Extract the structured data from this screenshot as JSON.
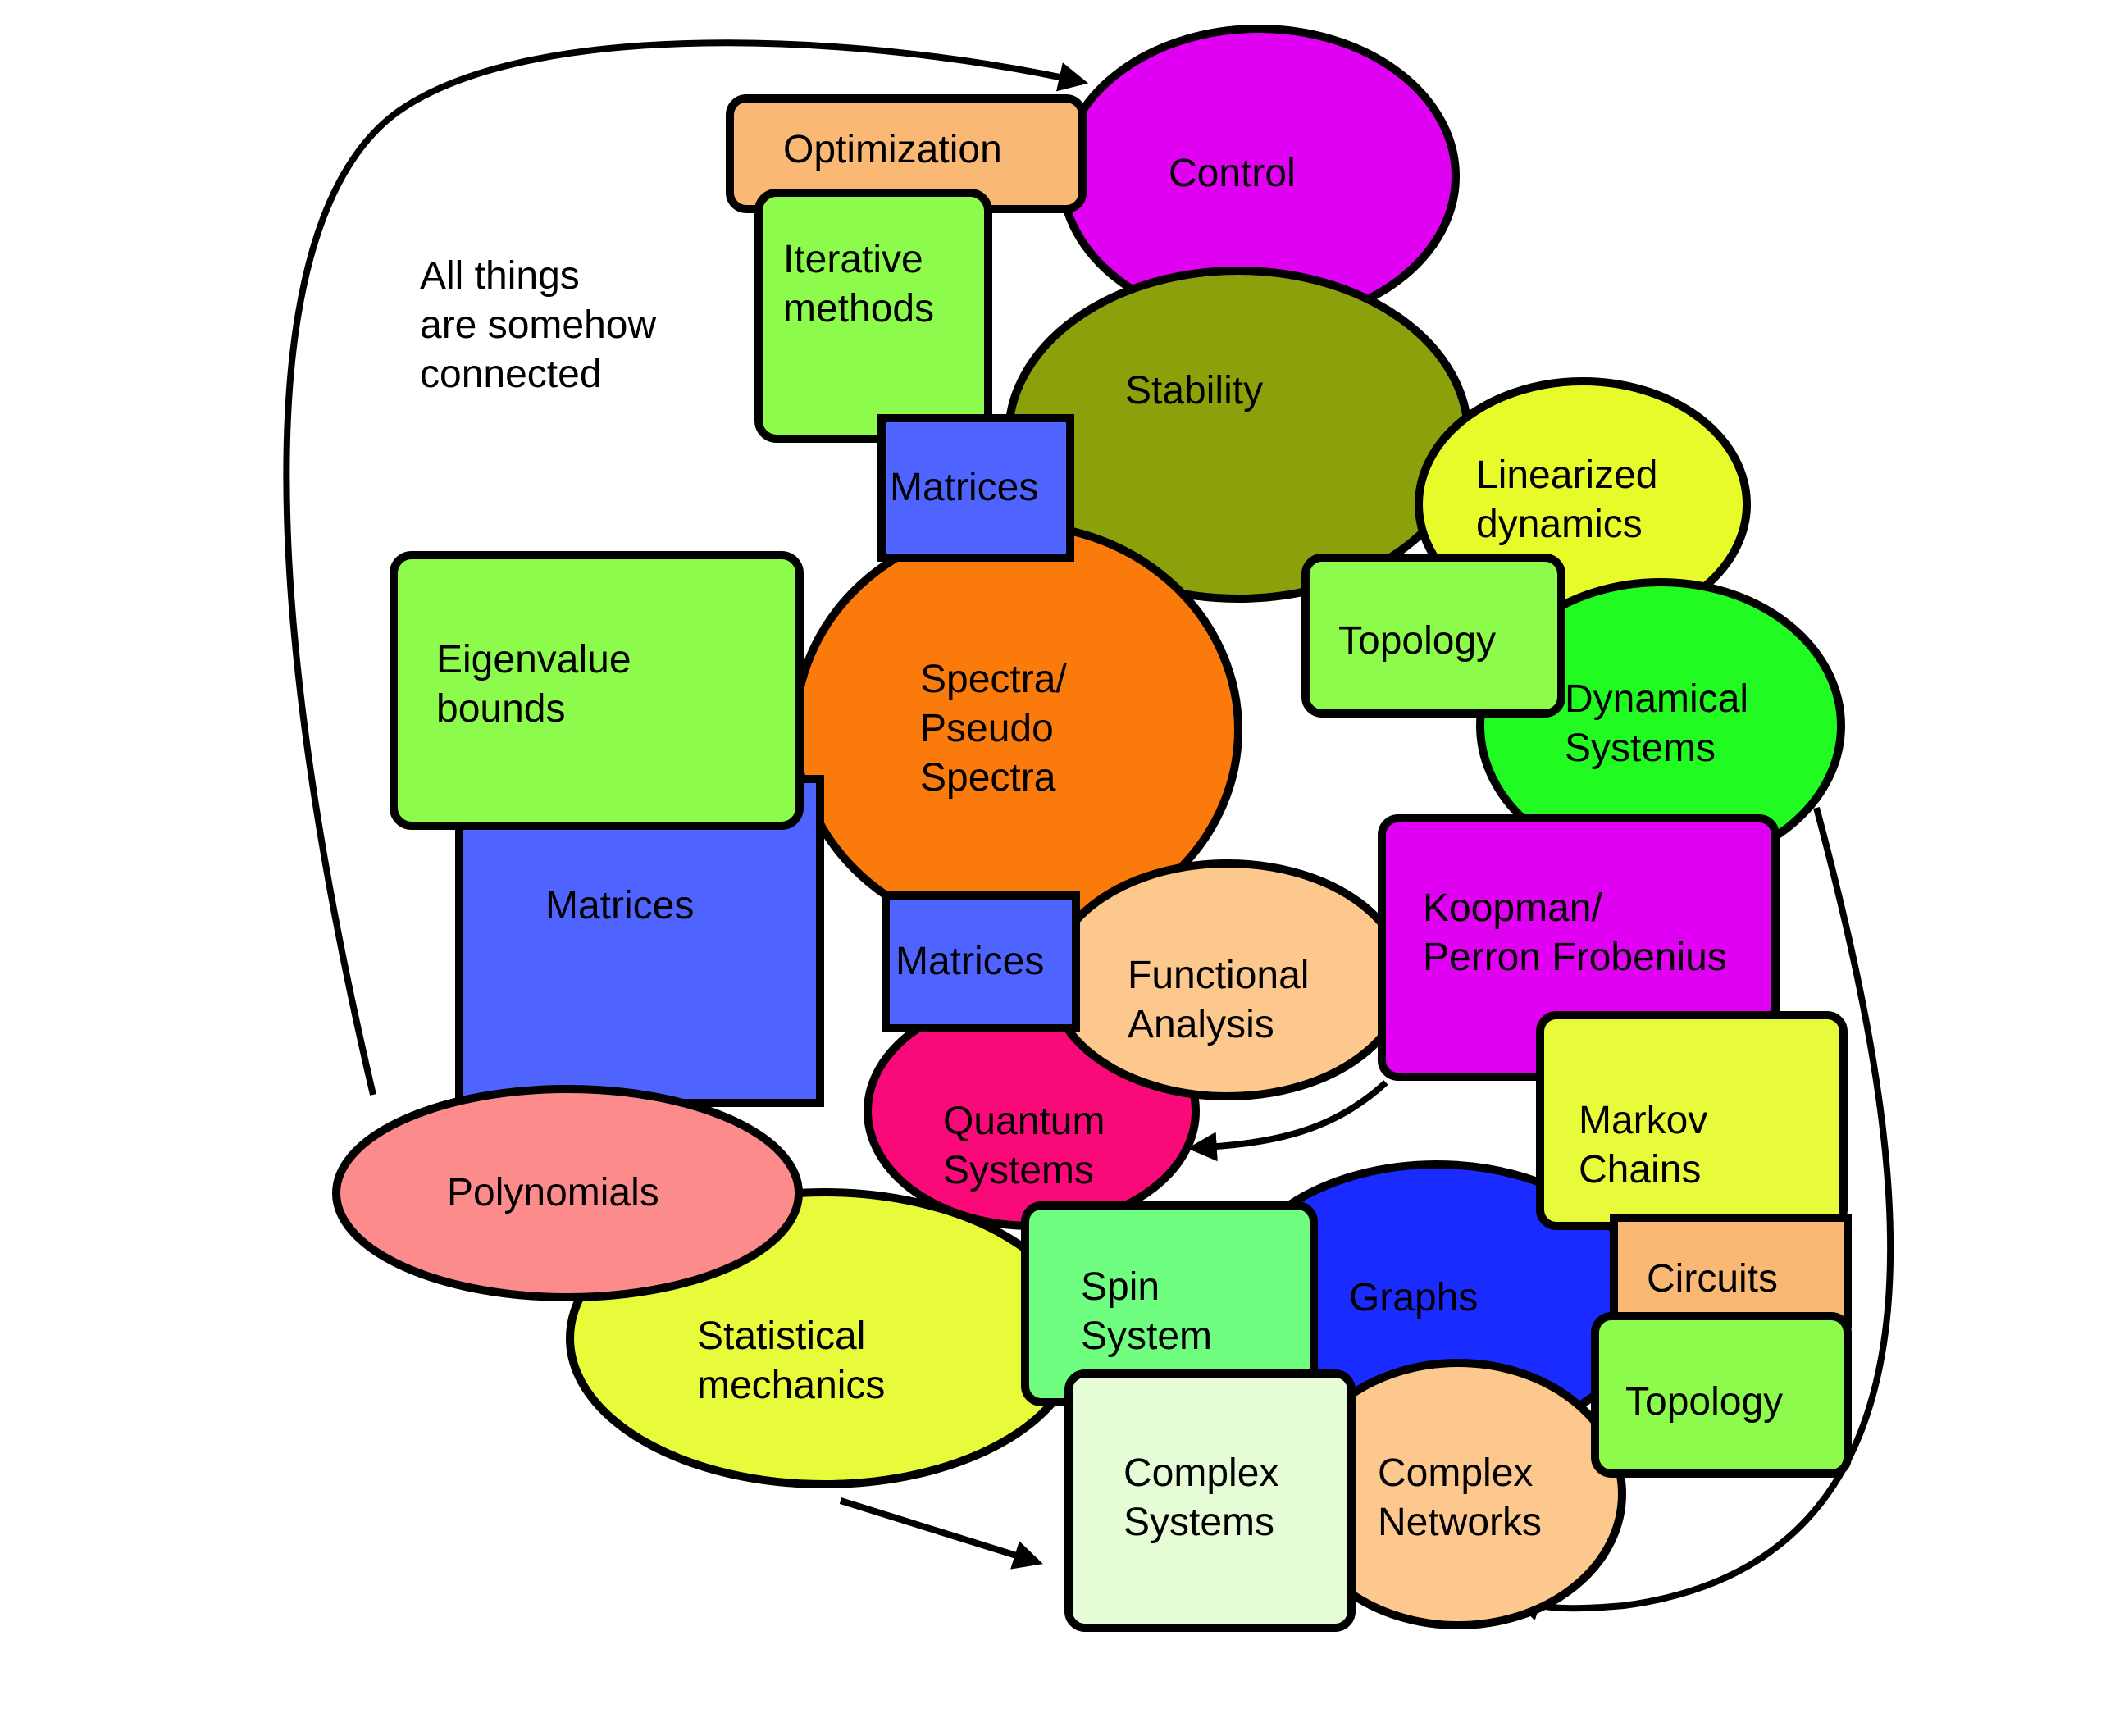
{
  "caption": [
    "All things",
    "are somehow",
    "connected"
  ],
  "topics": [
    {
      "id": "control",
      "lines": [
        "Control"
      ],
      "color": "#E000F2"
    },
    {
      "id": "optimization",
      "lines": [
        "Optimization"
      ],
      "color": "#FAB875"
    },
    {
      "id": "iterative-methods",
      "lines": [
        "Iterative",
        "methods"
      ],
      "color": "#8CFB4C"
    },
    {
      "id": "stability",
      "lines": [
        "Stability"
      ],
      "color": "#8BA00A"
    },
    {
      "id": "linearized-dynamics",
      "lines": [
        "Linearized",
        "dynamics"
      ],
      "color": "#E7FB2A"
    },
    {
      "id": "matrices-top",
      "lines": [
        "Matrices"
      ],
      "color": "#4F63FF"
    },
    {
      "id": "topology-top",
      "lines": [
        "Topology"
      ],
      "color": "#8CFB4C"
    },
    {
      "id": "dynamical-systems",
      "lines": [
        "Dynamical",
        "Systems"
      ],
      "color": "#21FB21"
    },
    {
      "id": "spectra",
      "lines": [
        "Spectra/",
        "Pseudo",
        "Spectra"
      ],
      "color": "#FA7A0B"
    },
    {
      "id": "eigenvalue-bounds",
      "lines": [
        "Eigenvalue",
        "bounds"
      ],
      "color": "#8CFB4C"
    },
    {
      "id": "matrices-left",
      "lines": [
        "Matrices"
      ],
      "color": "#4F63FF"
    },
    {
      "id": "koopman",
      "lines": [
        "Koopman/",
        "Perron Frobenius"
      ],
      "color": "#E000F2"
    },
    {
      "id": "functional-analysis",
      "lines": [
        "Functional",
        "Analysis"
      ],
      "color": "#FDC88E"
    },
    {
      "id": "matrices-mid",
      "lines": [
        "Matrices"
      ],
      "color": "#4F63FF"
    },
    {
      "id": "quantum-systems",
      "lines": [
        "Quantum",
        "Systems"
      ],
      "color": "#FA0A78"
    },
    {
      "id": "markov-chains",
      "lines": [
        "Markov",
        "Chains"
      ],
      "color": "#E7FB3A"
    },
    {
      "id": "polynomials",
      "lines": [
        "Polynomials"
      ],
      "color": "#FC8C8C"
    },
    {
      "id": "statistical-mechanics",
      "lines": [
        "Statistical",
        "mechanics"
      ],
      "color": "#E7FB3A"
    },
    {
      "id": "graphs",
      "lines": [
        "Graphs"
      ],
      "color": "#1A2BFF"
    },
    {
      "id": "circuits",
      "lines": [
        "Circuits"
      ],
      "color": "#FAB875"
    },
    {
      "id": "spin-system",
      "lines": [
        "Spin",
        "System"
      ],
      "color": "#70FE80"
    },
    {
      "id": "complex-networks",
      "lines": [
        "Complex",
        "Networks"
      ],
      "color": "#FDC88E"
    },
    {
      "id": "topology-bottom",
      "lines": [
        "Topology"
      ],
      "color": "#8CFB4C"
    },
    {
      "id": "complex-systems",
      "lines": [
        "Complex",
        "Systems"
      ],
      "color": "#E6FCD6"
    }
  ]
}
